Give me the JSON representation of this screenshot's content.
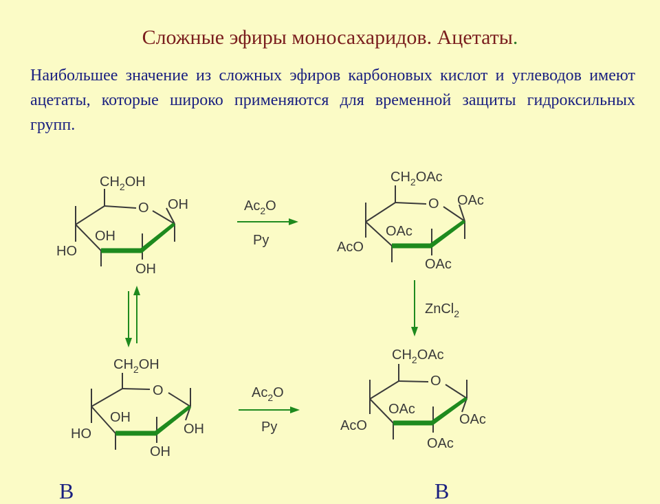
{
  "title": "Сложные эфиры моносахаридов. Ацетаты",
  "title_dot": ".",
  "paragraph": "Наибольшее значение из сложных эфиров карбоновых кислот и углеводов имеют ацетаты, которые широко применяются для временной защиты гидроксильных групп.",
  "reagents": {
    "top_above_main": "Ac",
    "top_above_sub": "2",
    "top_above_tail": "O",
    "top_below": "Py",
    "bottom_above_main": "Ac",
    "bottom_above_sub": "2",
    "bottom_above_tail": "O",
    "bottom_below": "Py",
    "vertical_main": "ZnCl",
    "vertical_sub": "2"
  },
  "molecules": {
    "tl": {
      "ch2_main": "CH",
      "ch2_sub": "2",
      "ch2_tail": "OH",
      "ring_o": "O",
      "c1": "OH",
      "c4": "HO",
      "c3": "OH",
      "c2": "OH"
    },
    "tr": {
      "ch2_main": "CH",
      "ch2_sub": "2",
      "ch2_tail": "OAc",
      "ring_o": "O",
      "c1": "OAc",
      "c4": "AcO",
      "c3": "OAc",
      "c2": "OAc"
    },
    "bl": {
      "ch2_main": "CH",
      "ch2_sub": "2",
      "ch2_tail": "OH",
      "ring_o": "O",
      "c1": "OH",
      "c4": "HO",
      "c3": "OH",
      "c2": "OH"
    },
    "br": {
      "ch2_main": "CH",
      "ch2_sub": "2",
      "ch2_tail": "OAc",
      "ring_o": "O",
      "c1": "OAc",
      "c4": "AcO",
      "c3": "OAc",
      "c2": "OAc"
    }
  },
  "bottom_partial": {
    "left": "В",
    "right": "В"
  },
  "colors": {
    "title": "#7a1e1e",
    "text": "#1a2080",
    "bonds": "#3a3a3a",
    "bold_bond": "#1e8a1e",
    "arrow": "#1e8a1e"
  }
}
